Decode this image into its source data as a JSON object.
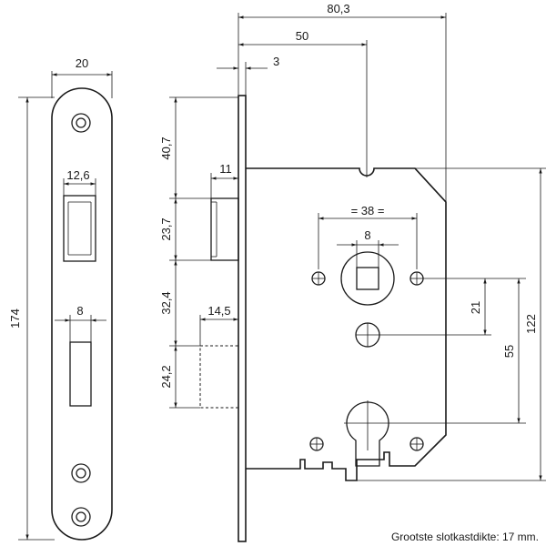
{
  "dimensions": {
    "faceplate_width": "20",
    "latch_width": "12,6",
    "bolt_width": "8",
    "height_total": "174",
    "overall_width": "80,3",
    "backset": "50",
    "faceplate_thickness": "3",
    "latch_projection": "11",
    "bolt_projection": "14,5",
    "dist_top_latch": "40,7",
    "latch_height": "23,7",
    "dist_latch_bolt": "32,4",
    "bolt_height": "24,2",
    "screw_spacing": "= 38 =",
    "follower_square": "8",
    "dist_follower_screw": "21",
    "dist_follower_cylinder": "55",
    "case_height": "122"
  },
  "note": "Grootste slotkastdikte: 17 mm.",
  "colors": {
    "line": "#1a1a1a",
    "background": "#ffffff"
  }
}
